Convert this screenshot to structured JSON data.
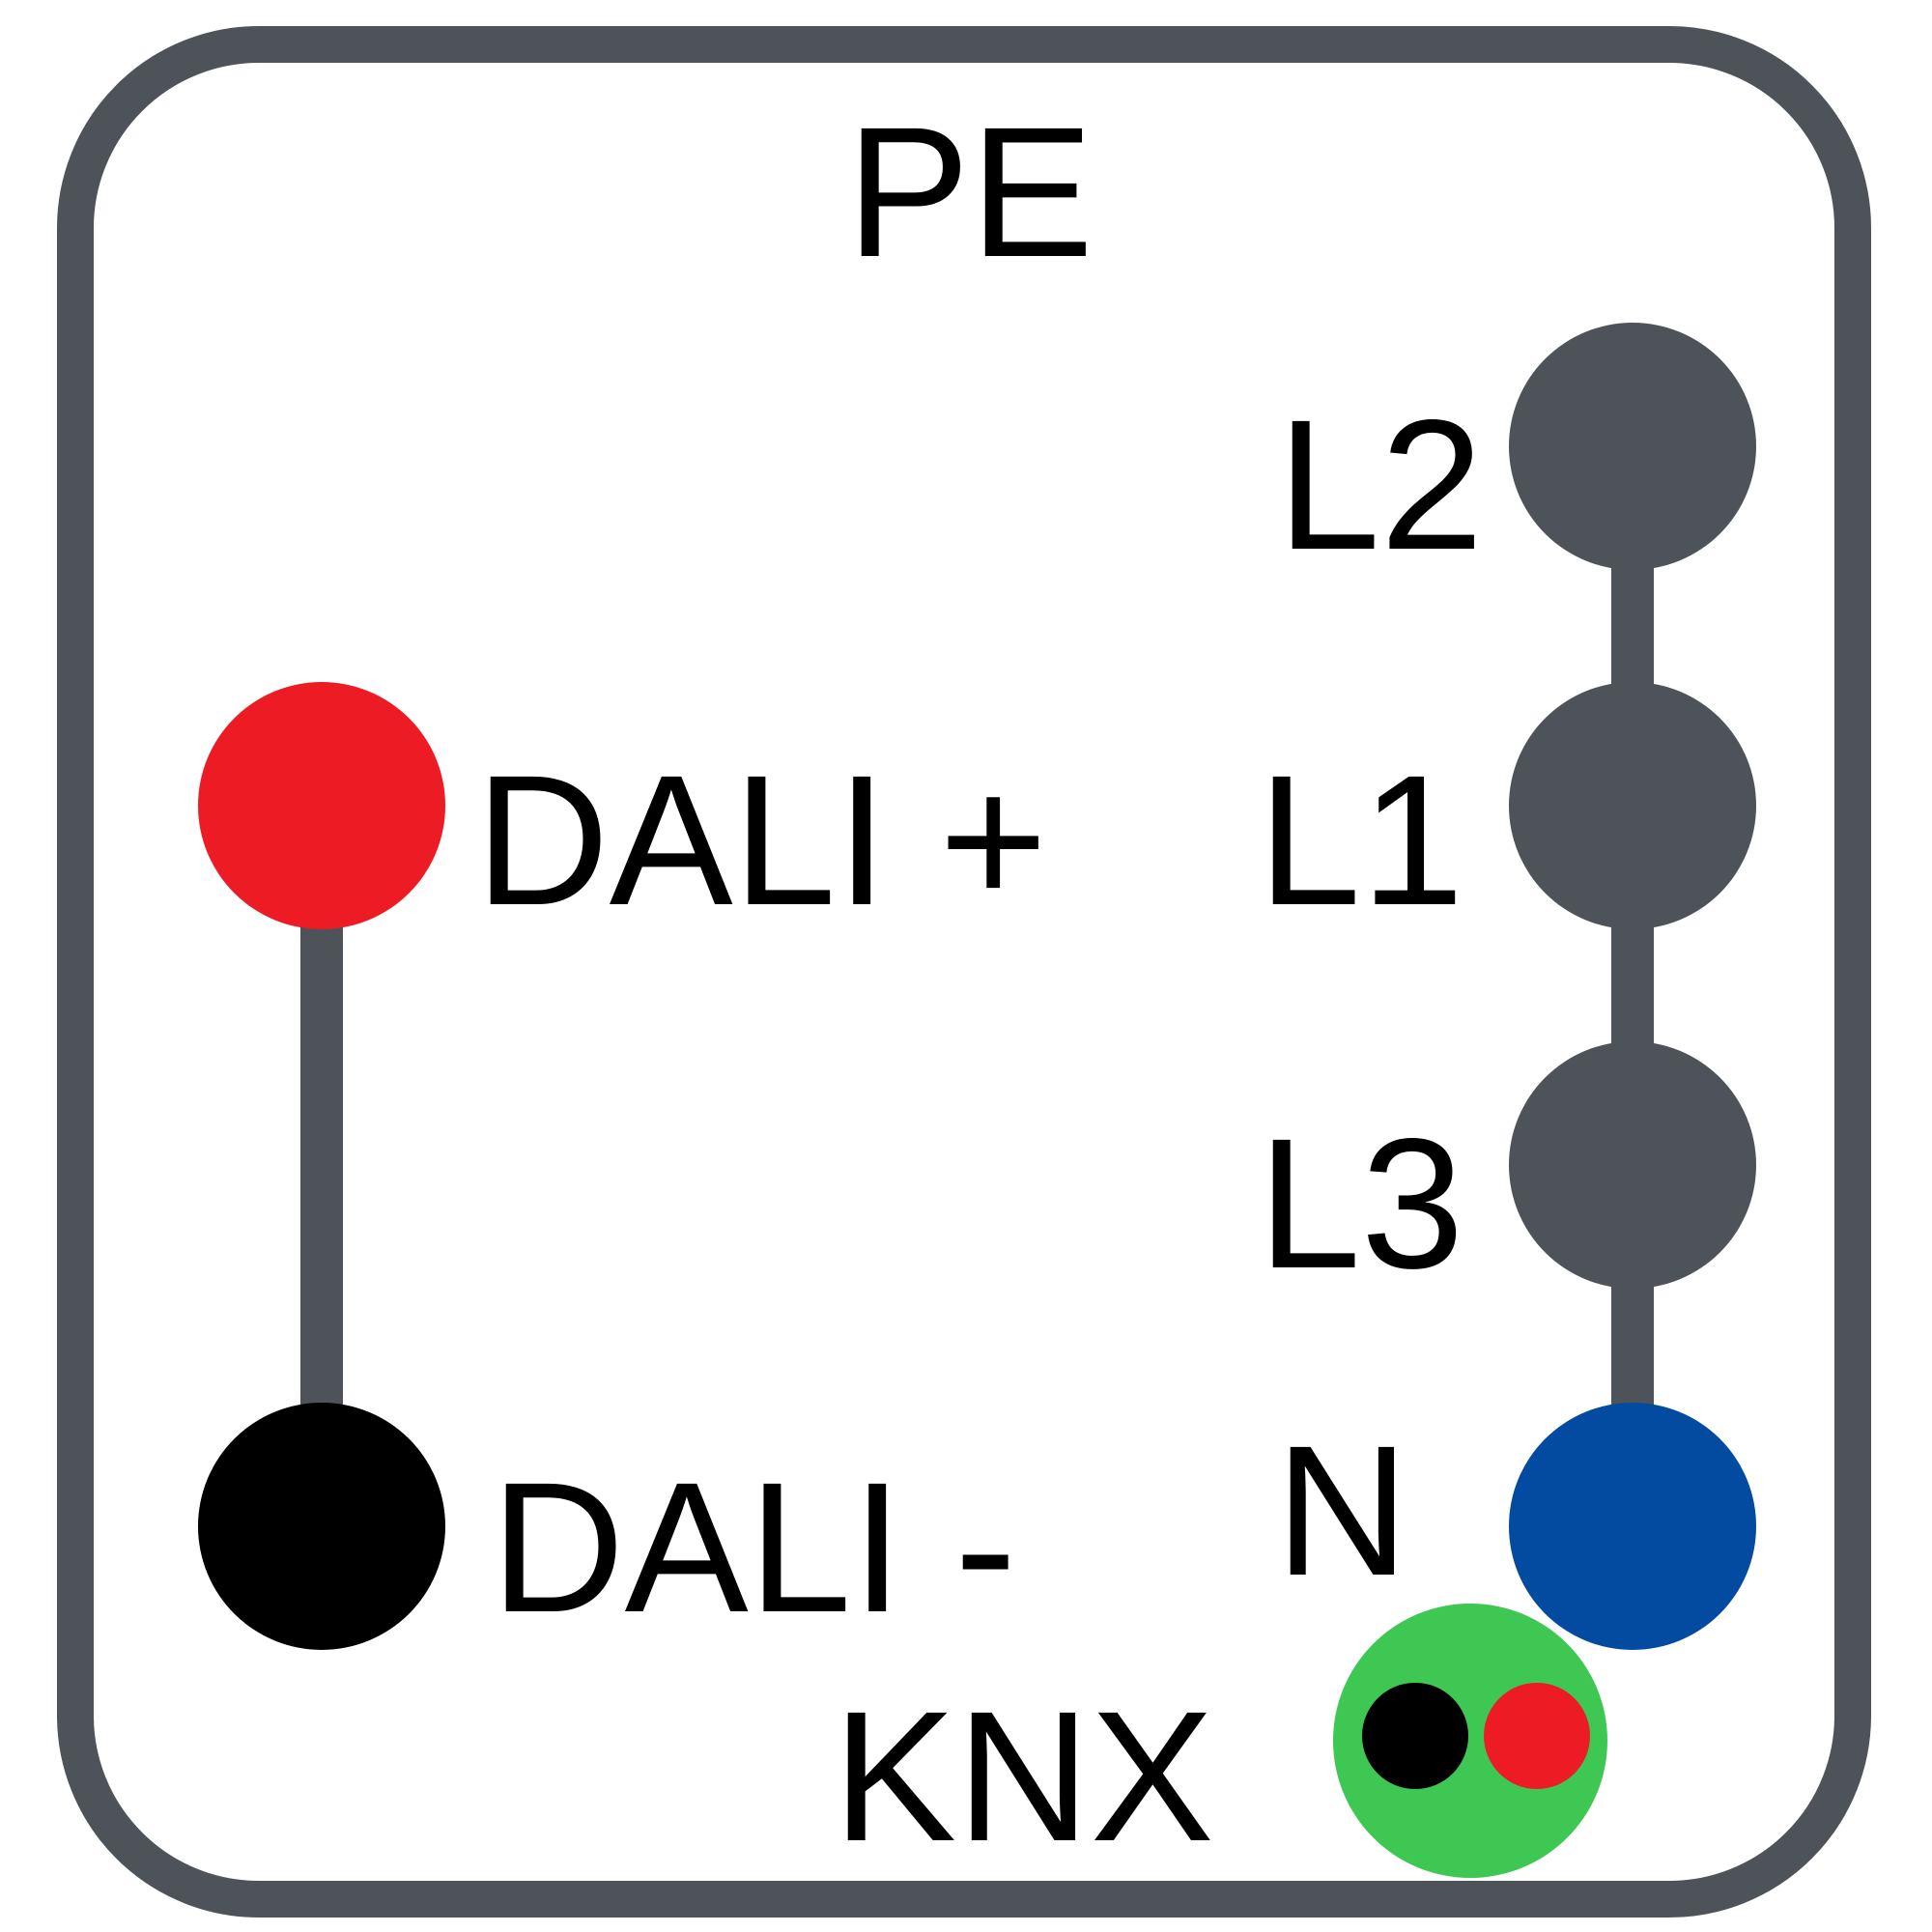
{
  "labels": {
    "pe": "PE",
    "l2": "L2",
    "l1": "L1",
    "l3": "L3",
    "n": "N",
    "dali_plus": "DALI +",
    "dali_minus": "DALI -",
    "knx": "KNX"
  },
  "colors": {
    "frame": "#4d5359",
    "phase_terminal": "#4d5359",
    "neutral_terminal": "#024ba1",
    "dali_plus_terminal": "#ed1c24",
    "dali_minus_terminal": "#000000",
    "knx_outer": "#3ec853",
    "knx_left": "#000000",
    "knx_right": "#ed1c24",
    "background": "#ffffff"
  }
}
